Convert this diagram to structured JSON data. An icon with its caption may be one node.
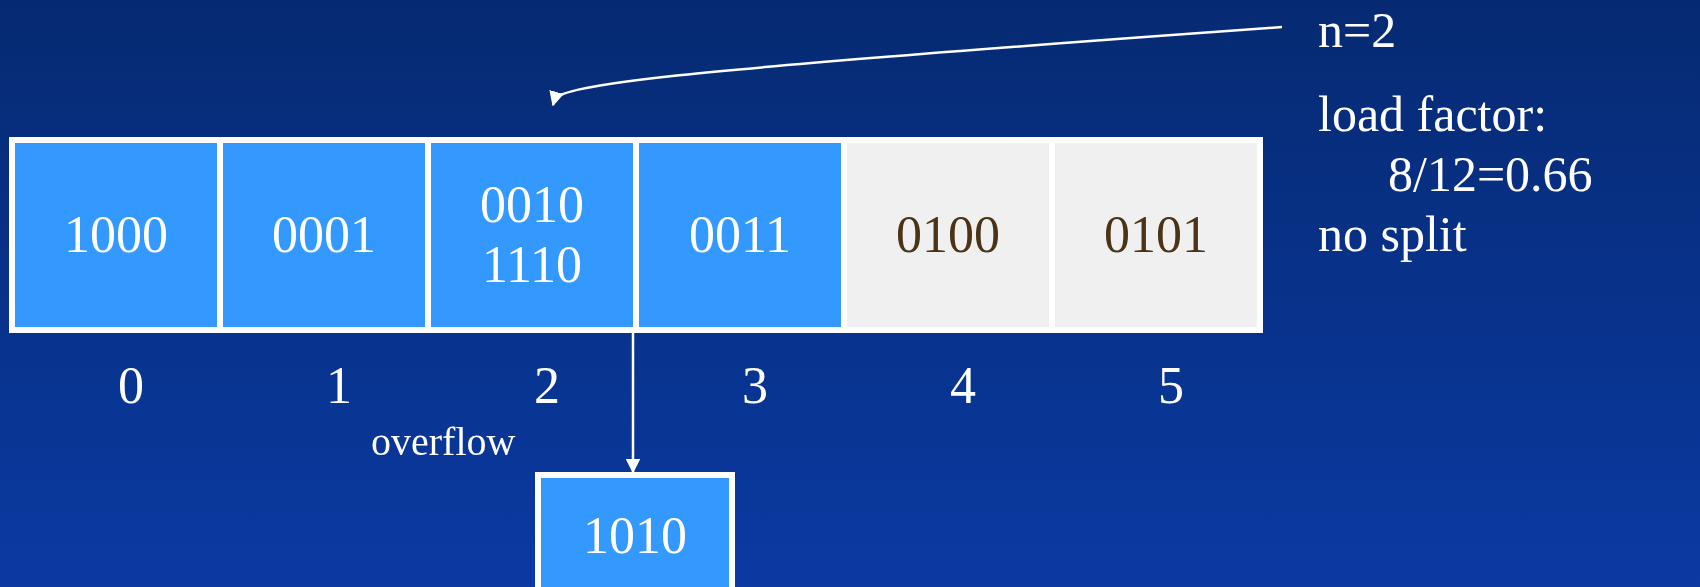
{
  "diagram": {
    "nodes": [
      {
        "text": [
          "1000"
        ]
      },
      {
        "text": [
          "0001"
        ]
      },
      {
        "text": [
          "0010 1110"
        ]
      },
      {
        "text": [
          "0011"
        ]
      },
      {
        "text": [
          "0100"
        ]
      },
      {
        "text": [
          "0101"
        ]
      },
      {
        "text": [
          "1010"
        ]
      },
      {
        "text": [
          "n=2",
          "load factor:",
          "8/12=0.66",
          "no split"
        ]
      }
    ],
    "edges": [
      {
        "from": 7,
        "to": 2,
        "arrow": "to"
      },
      {
        "from": 2,
        "to": 6,
        "arrow": "to",
        "label": "overflow"
      }
    ],
    "labels": [
      "0",
      "1",
      "2",
      "3",
      "4",
      "5"
    ]
  }
}
